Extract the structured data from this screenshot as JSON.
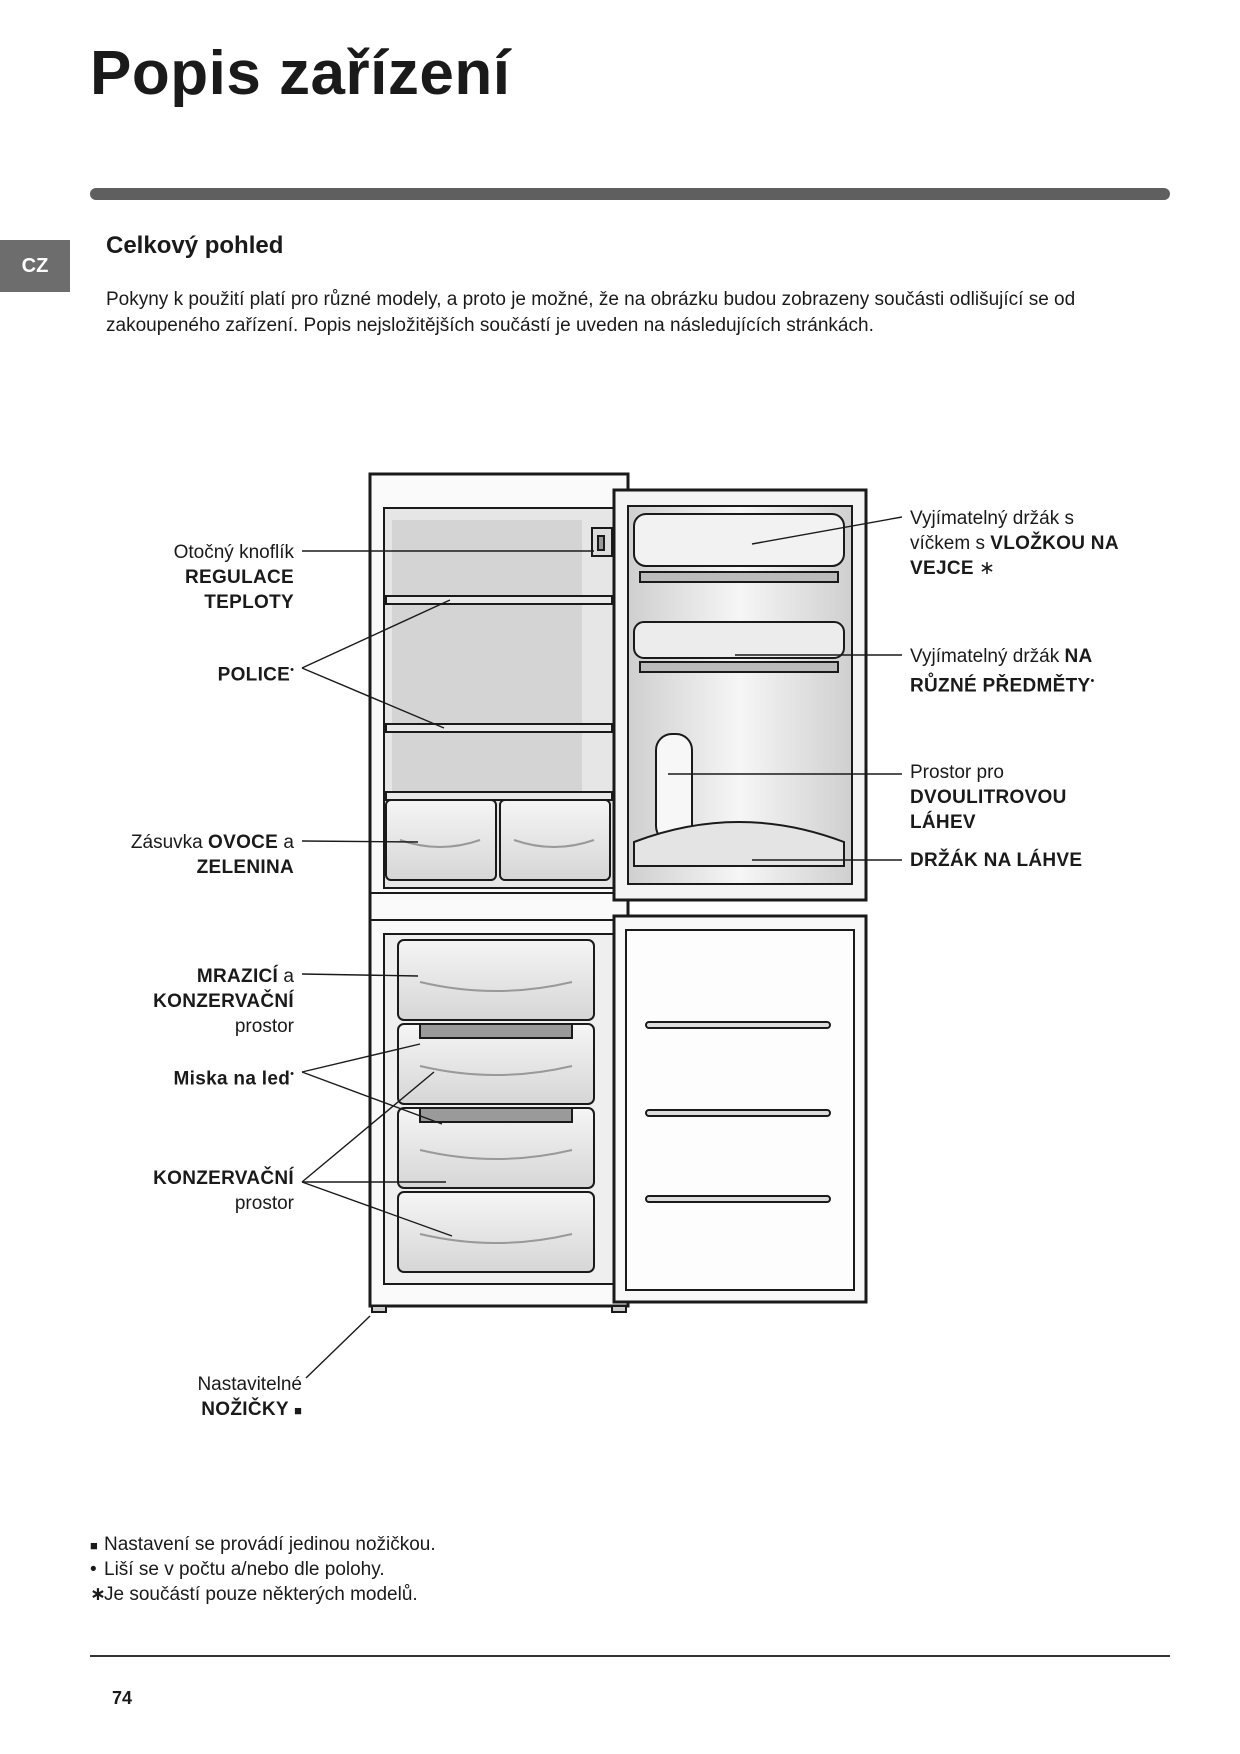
{
  "page": {
    "title": "Popis zařízení",
    "language_tab": "CZ",
    "section_title": "Celkový pohled",
    "intro_line1": "Pokyny k použití platí pro různé modely, a proto je možné, že na obrázku budou zobrazeny součásti odlišující se od",
    "intro_line2": "zakoupeného zařízení.  Popis nejsložitějších součástí je uveden na následujících stránkách.",
    "page_number": "74"
  },
  "labels": {
    "knob": {
      "line1": "Otočný knoflík",
      "line2": "REGULACE",
      "line3": "TEPLOTY"
    },
    "shelves": {
      "text": "POLICE",
      "mark": "•"
    },
    "drawer": {
      "pre": "Zásuvka ",
      "bold1": "OVOCE",
      "mid": " a",
      "bold2": "ZELENINA"
    },
    "freezer": {
      "bold1": "MRAZICÍ",
      "mid": " a",
      "bold2": "KONZERVAČNÍ",
      "line3": "prostor"
    },
    "ice": {
      "text": "Miska na led",
      "mark": "•"
    },
    "storage": {
      "bold": "KONZERVAČNÍ",
      "line2": "prostor"
    },
    "feet": {
      "line1": "Nastavitelné",
      "bold": "NOŽIČKY",
      "mark": "■"
    },
    "egg": {
      "line1": "Vyjímatelný držák s",
      "line2a": "víčkem s  ",
      "line2b": "VLOŽKOU NA",
      "line3": "VEJCE",
      "mark": "∗"
    },
    "misc": {
      "line1a": "Vyjímatelný držák ",
      "line1b": "NA",
      "line2": "RŮZNÉ PŘEDMĚTY",
      "mark": "•"
    },
    "bottle_space": {
      "line1": "Prostor pro",
      "line2": "DVOULITROVOU",
      "line3": "LÁHEV"
    },
    "bottle_holder": {
      "text": "DRŽÁK NA LÁHVE"
    }
  },
  "footnotes": [
    {
      "marker": "■",
      "text": "Nastavení se provádí jedinou nožičkou."
    },
    {
      "marker": "•",
      "text": "Liší se v počtu a/nebo dle polohy."
    },
    {
      "marker": "∗",
      "text": "Je součástí pouze některých  modelů."
    }
  ],
  "colors": {
    "bar": "#5f5f5f",
    "tab": "#6d6d6d",
    "line": "#1a1a1a",
    "shade": "#d8d8d8"
  }
}
